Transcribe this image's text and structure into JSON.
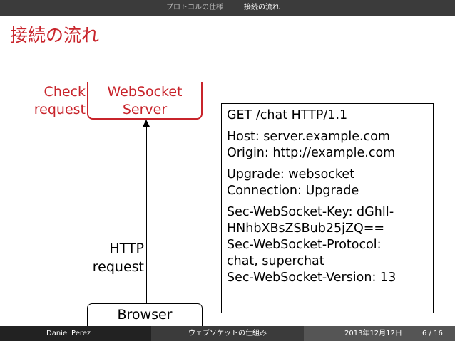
{
  "nav": {
    "items": [
      "プロトコルの仕様",
      "接続の流れ"
    ]
  },
  "slide": {
    "title": "接続の流れ",
    "check_request": [
      "Check",
      "request"
    ],
    "server": [
      "WebSocket",
      "Server"
    ],
    "http_request": [
      "HTTP",
      "request"
    ],
    "browser": "Browser",
    "request_lines": [
      [
        "GET /chat HTTP/1.1"
      ],
      [
        "Host:  server.example.com",
        "Origin:  http://example.com"
      ],
      [
        "Upgrade:  websocket",
        "Connection:  Upgrade"
      ],
      [
        "Sec-WebSocket-Key:  dGhlI-",
        "HNhbXBsZSBub25jZQ==",
        "Sec-WebSocket-Protocol:",
        "chat, superchat",
        "Sec-WebSocket-Version:  13"
      ]
    ]
  },
  "footer": {
    "author": "Daniel Perez",
    "title": "ウェブソケットの仕組み",
    "date": "2013年12月12日",
    "page": "6 / 16"
  },
  "colors": {
    "accent": "#c8242b",
    "nav_bg": "#3b3b3b"
  }
}
